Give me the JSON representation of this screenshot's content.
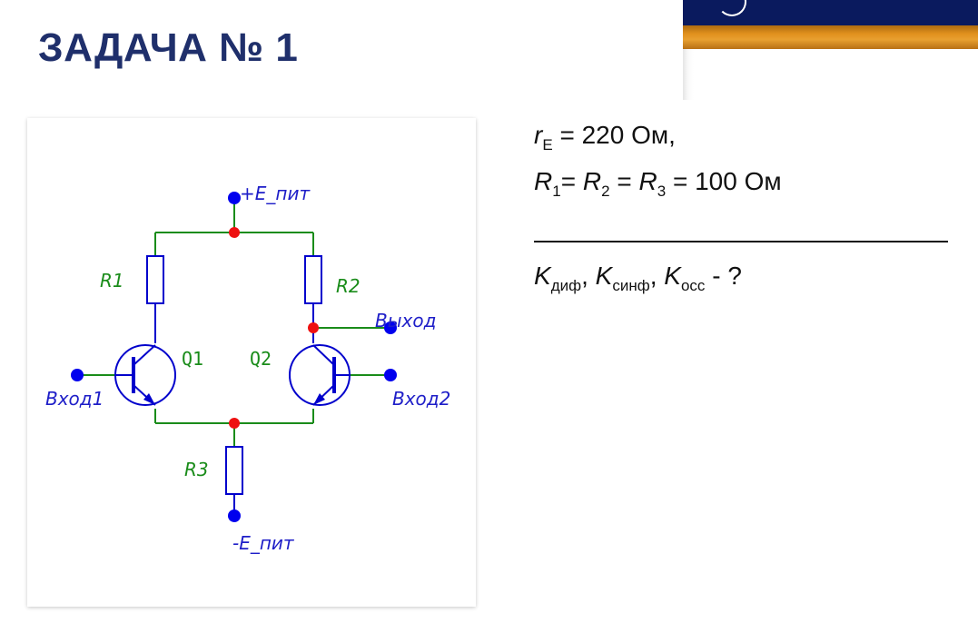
{
  "title": "ЗАДАЧА № 1",
  "given": {
    "line1": {
      "sym": "r",
      "sub": "E",
      "rest": " = 220 Ом,"
    },
    "line2": {
      "r1_sym": "R",
      "r1_sub": "1",
      "eq1": "= ",
      "r2_sym": "R",
      "r2_sub": "2",
      "eq2": " = ",
      "r3_sym": "R",
      "r3_sub": "3",
      "rest": " = 100 Ом"
    },
    "question": {
      "k1_sym": "K",
      "k1_sub": "диф",
      "sep1": ", ",
      "k2_sym": "K",
      "k2_sub": "синф",
      "sep2": ", ",
      "k3_sym": "K",
      "k3_sub": "осс",
      "rest": " - ?"
    }
  },
  "circuit": {
    "labels": {
      "supply_pos": "+E_пит",
      "supply_neg": "-E_пит",
      "r1": "R1",
      "r2": "R2",
      "r3": "R3",
      "q1": "Q1",
      "q2": "Q2",
      "input1": "Вход1",
      "input2": "Вход2",
      "output": "Выход"
    },
    "colors": {
      "wire": "#1a8c1a",
      "component": "#0000cc",
      "junction": "#ee1111",
      "terminal": "#0000ee",
      "label_green": "#1a8c1a",
      "label_blue": "#1e1ec8"
    }
  },
  "banner": {
    "navy": "#0a1a5e",
    "orange": "#e0901d"
  }
}
